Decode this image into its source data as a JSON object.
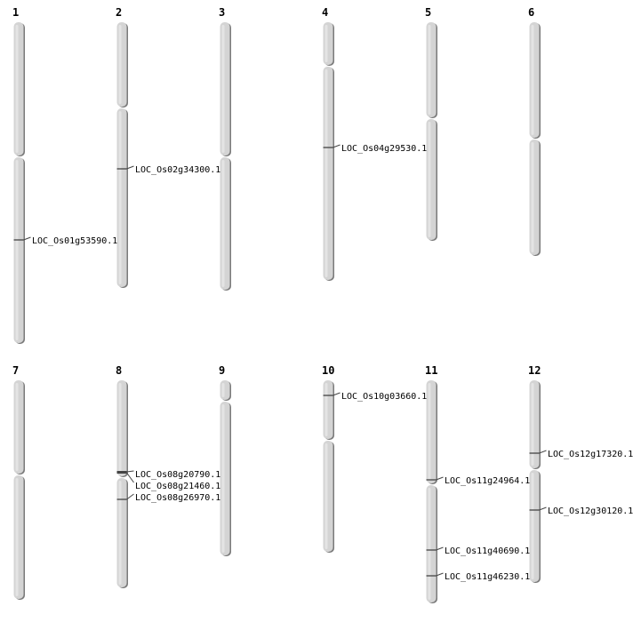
{
  "chromosomes": [
    {
      "name": "1",
      "genes": [
        "LOC_Os01g53590.1"
      ]
    },
    {
      "name": "2",
      "genes": [
        "LOC_Os02g34300.1"
      ]
    },
    {
      "name": "3",
      "genes": []
    },
    {
      "name": "4",
      "genes": [
        "LOC_Os04g29530.1"
      ]
    },
    {
      "name": "5",
      "genes": []
    },
    {
      "name": "6",
      "genes": []
    },
    {
      "name": "7",
      "genes": []
    },
    {
      "name": "8",
      "genes": [
        "LOC_Os08g20790.1",
        "LOC_Os08g21460.1",
        "LOC_Os08g26970.1"
      ]
    },
    {
      "name": "9",
      "genes": []
    },
    {
      "name": "10",
      "genes": [
        "LOC_Os10g03660.1"
      ]
    },
    {
      "name": "11",
      "genes": [
        "LOC_Os11g24964.1",
        "LOC_Os11g40690.1",
        "LOC_Os11g46230.1"
      ]
    },
    {
      "name": "12",
      "genes": [
        "LOC_Os12g17320.1",
        "LOC_Os12g30120.1"
      ]
    }
  ],
  "colors": {
    "chromosome": "#d4d4d4",
    "shadow": "#7a7a7a",
    "marker": "#444444"
  }
}
